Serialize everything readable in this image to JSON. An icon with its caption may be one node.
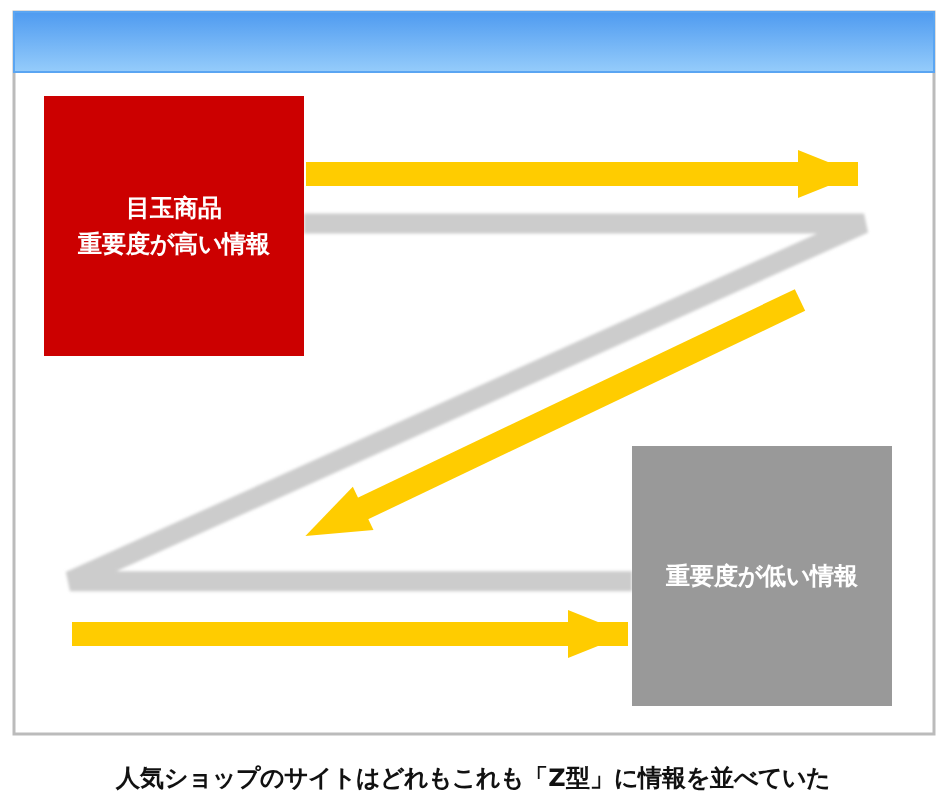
{
  "diagram": {
    "caption": "人気ショップのサイトはどれもこれも「Z型」に情報を並べていた",
    "nodes": [
      {
        "text": [
          "目玉商品",
          "重要度が高い情報"
        ]
      },
      {
        "text": [
          "重要度が低い情報"
        ]
      }
    ],
    "edges": [
      {
        "from": 0,
        "to": 1,
        "arrow": "none",
        "color": "#cccccc"
      },
      {
        "from": 0,
        "to": null,
        "arrow": "to"
      },
      {
        "from": null,
        "to": 1,
        "arrow": "to"
      }
    ]
  }
}
